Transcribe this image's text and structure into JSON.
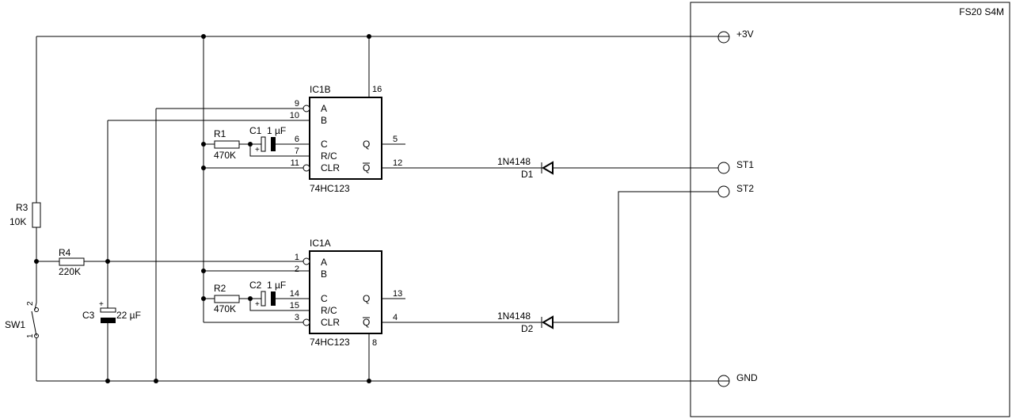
{
  "module": {
    "title": "FS20 S4M",
    "terminals": {
      "vcc": "+3V",
      "st1": "ST1",
      "st2": "ST2",
      "gnd": "GND"
    }
  },
  "ic1b": {
    "name": "IC1B",
    "type": "74HC123",
    "pin_labels": {
      "a": "A",
      "b": "B",
      "c": "C",
      "rc": "R/C",
      "clr": "CLR",
      "q": "Q",
      "qbar": "Q"
    },
    "pins": {
      "a": "9",
      "b": "10",
      "c": "6",
      "rc": "7",
      "clr": "11",
      "vcc": "16",
      "q": "5",
      "qbar": "12"
    }
  },
  "ic1a": {
    "name": "IC1A",
    "type": "74HC123",
    "pin_labels": {
      "a": "A",
      "b": "B",
      "c": "C",
      "rc": "R/C",
      "clr": "CLR",
      "q": "Q",
      "qbar": "Q"
    },
    "pins": {
      "a": "1",
      "b": "2",
      "c": "14",
      "rc": "15",
      "clr": "3",
      "gnd": "8",
      "q": "13",
      "qbar": "4"
    }
  },
  "r1": {
    "name": "R1",
    "value": "470K"
  },
  "r2": {
    "name": "R2",
    "value": "470K"
  },
  "r3": {
    "name": "R3",
    "value": "10K"
  },
  "r4": {
    "name": "R4",
    "value": "220K"
  },
  "c1": {
    "name": "C1",
    "value": "1 µF"
  },
  "c2": {
    "name": "C2",
    "value": "1 µF"
  },
  "c3": {
    "name": "C3",
    "value": "22 µF"
  },
  "d1": {
    "name": "D1",
    "type": "1N4148"
  },
  "d2": {
    "name": "D2",
    "type": "1N4148"
  },
  "sw1": {
    "name": "SW1",
    "pin1": "1",
    "pin2": "2"
  },
  "polarity": "+"
}
